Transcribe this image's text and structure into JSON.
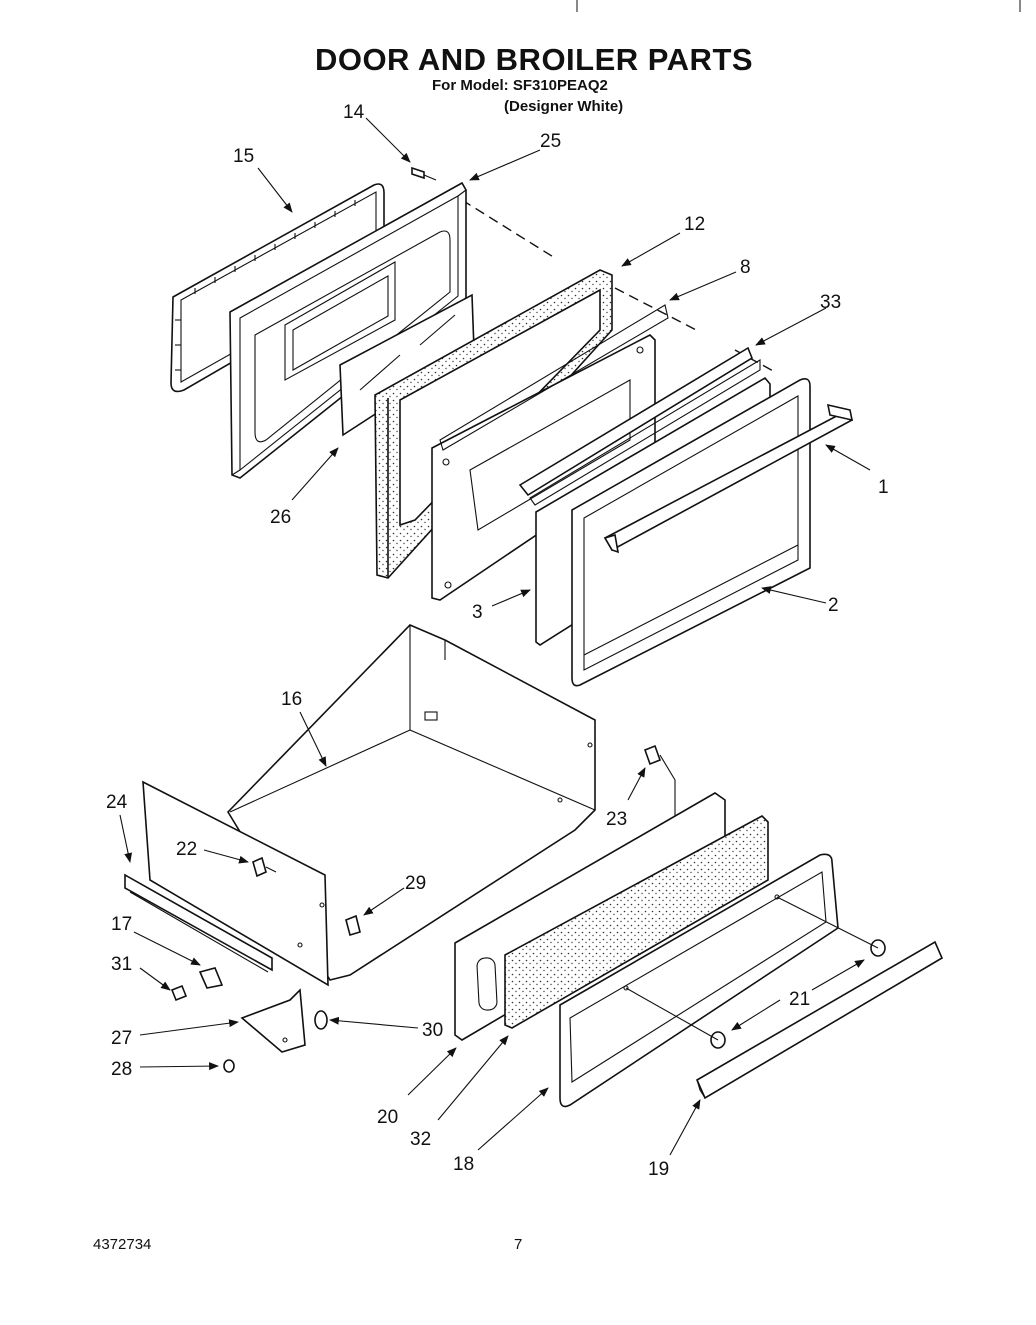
{
  "header": {
    "title": "DOOR AND BROILER PARTS",
    "model_line": "For Model: SF310PEAQ2",
    "variant_line": "(Designer White)"
  },
  "footer": {
    "doc_number": "4372734",
    "page_number": "7"
  },
  "callouts": {
    "c1": "1",
    "c2": "2",
    "c3": "3",
    "c8": "8",
    "c12": "12",
    "c14": "14",
    "c15": "15",
    "c16": "16",
    "c17": "17",
    "c18": "18",
    "c19": "19",
    "c20": "20",
    "c21": "21",
    "c22": "22",
    "c23": "23",
    "c24": "24",
    "c25": "25",
    "c26": "26",
    "c27": "27",
    "c28": "28",
    "c29": "29",
    "c30": "30",
    "c31": "31",
    "c32": "32",
    "c33": "33"
  }
}
